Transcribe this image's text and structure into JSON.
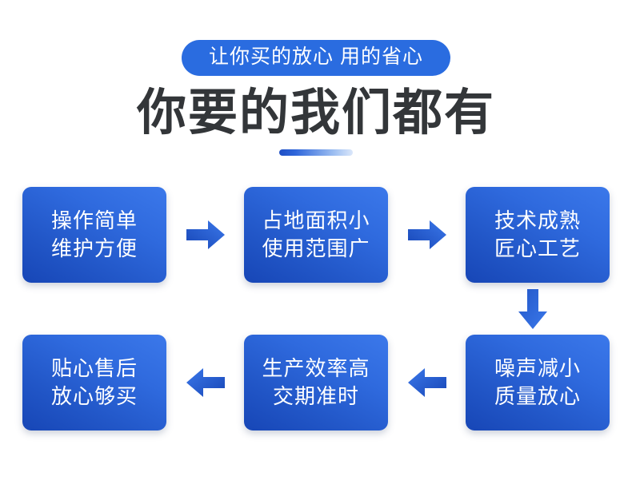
{
  "header": {
    "badge_text": "让你买的放心 用的省心",
    "title": "你要的我们都有",
    "divider_icon": "gradient-bar"
  },
  "colors": {
    "badge_bg": "#2a6ce0",
    "card_gradient_start": "#1746b6",
    "card_gradient_end": "#3b78ea",
    "arrow": "#2257c8",
    "title_text": "#333639",
    "background": "#ffffff"
  },
  "flow": {
    "rows": [
      {
        "direction": "right",
        "cards": [
          {
            "line1": "操作简单",
            "line2": "维护方便"
          },
          {
            "line1": "占地面积小",
            "line2": "使用范围广"
          },
          {
            "line1": "技术成熟",
            "line2": "匠心工艺"
          }
        ],
        "arrows": [
          {
            "icon": "arrow-right-icon"
          },
          {
            "icon": "arrow-right-icon"
          }
        ]
      },
      {
        "direction": "left",
        "cards": [
          {
            "line1": "贴心售后",
            "line2": "放心够买"
          },
          {
            "line1": "生产效率高",
            "line2": "交期准时"
          },
          {
            "line1": "噪声减小",
            "line2": "质量放心"
          }
        ],
        "arrows": [
          {
            "icon": "arrow-left-icon"
          },
          {
            "icon": "arrow-left-icon"
          }
        ]
      }
    ],
    "connector": {
      "icon": "arrow-down-icon"
    }
  }
}
